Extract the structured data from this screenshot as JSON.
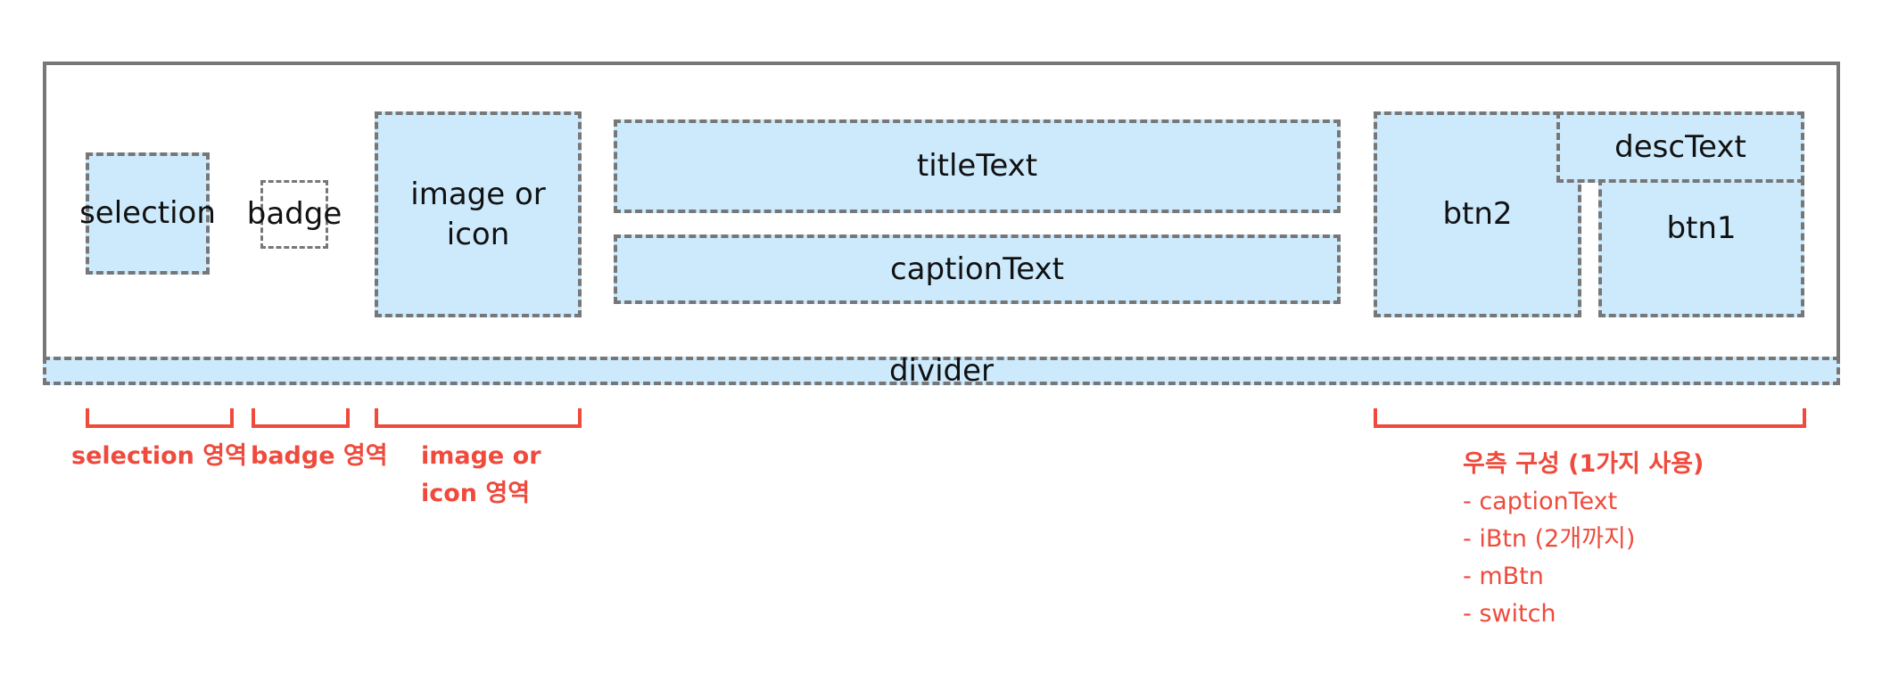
{
  "slots": {
    "selection": "selection",
    "badge": "badge",
    "image_line1": "image or",
    "image_line2": "icon",
    "title": "titleText",
    "caption": "captionText",
    "btn2": "btn2",
    "desc": "descText",
    "btn1": "btn1",
    "divider": "divider"
  },
  "annotations": {
    "selection": "selection 영역",
    "badge": "badge 영역",
    "image_line1": "image or",
    "image_line2": "icon 영역"
  },
  "right_notes": {
    "heading": "우측 구성 (1가지 사용)",
    "items": [
      "- captionText",
      "- iBtn (2개까지)",
      "- mBtn",
      "- switch"
    ]
  },
  "colors": {
    "slot_fill": "#cdeafc",
    "dash_border": "#777777",
    "annotation": "#ef4a3c"
  }
}
